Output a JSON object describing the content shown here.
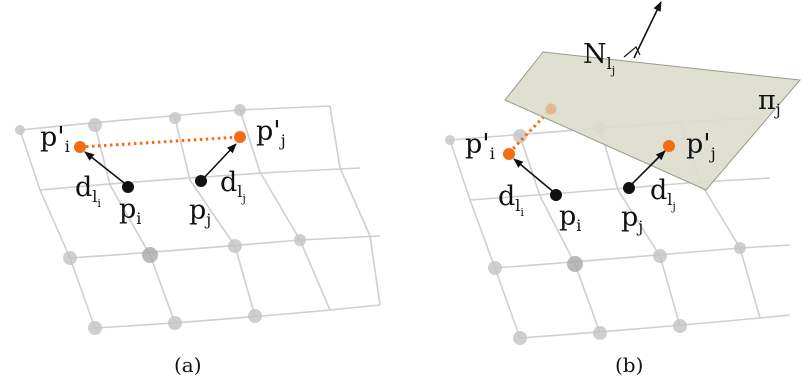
{
  "panels": [
    {
      "caption": "(a)",
      "labels": {
        "p_prime_i": {
          "base": "p'",
          "sub": "i"
        },
        "p_prime_j": {
          "base": "p'",
          "sub": "j"
        },
        "p_i": {
          "base": "p",
          "sub": "i"
        },
        "p_j": {
          "base": "p",
          "sub": "j"
        },
        "d_li": {
          "base": "d",
          "sub": "l",
          "subsub": "i"
        },
        "d_lj": {
          "base": "d",
          "sub": "l",
          "subsub": "j"
        }
      }
    },
    {
      "caption": "(b)",
      "labels": {
        "p_prime_i": {
          "base": "p'",
          "sub": "i"
        },
        "p_prime_j": {
          "base": "p'",
          "sub": "j"
        },
        "p_i": {
          "base": "p",
          "sub": "i"
        },
        "p_j": {
          "base": "p",
          "sub": "j"
        },
        "d_li": {
          "base": "d",
          "sub": "l",
          "subsub": "i"
        },
        "d_lj": {
          "base": "d",
          "sub": "l",
          "subsub": "j"
        },
        "normal": {
          "base": "N",
          "sub": "l",
          "subsub": "j"
        },
        "plane": {
          "base": "π",
          "sub": "j"
        }
      }
    }
  ],
  "colors": {
    "point": "#111111",
    "displaced_point": "#f26d14",
    "plane_fill": "#dcdccd",
    "plane_stroke": "#9a9a8a",
    "grid": "#cfcfcf",
    "grid_node": "#c4c4c4"
  }
}
